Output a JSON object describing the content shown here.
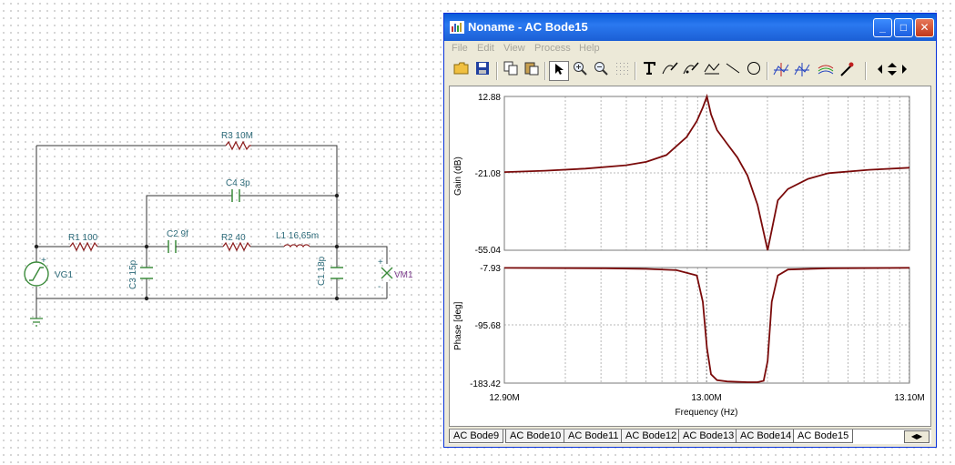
{
  "window": {
    "title": "Noname - AC Bode15",
    "buttons": {
      "minimize": "_",
      "maximize": "□",
      "close": "✕"
    }
  },
  "menu": [
    "File",
    "Edit",
    "View",
    "Process",
    "Help"
  ],
  "toolbar": {
    "icons": [
      "open-icon",
      "save-icon",
      "copy-icon",
      "paste-icon",
      "select-arrow-icon",
      "zoom-in-icon",
      "zoom-100-icon",
      "grid-icon",
      "text-icon",
      "pen-curve-icon",
      "pen-curve-2-icon",
      "draw-line-labels-icon",
      "line-icon",
      "circle-icon",
      "cursor-a-icon",
      "cursor-b-icon",
      "add-trace-icon",
      "color-picker-icon",
      "scroll-arrows-icon"
    ]
  },
  "schematic": {
    "labels": {
      "r3": "R3 10M",
      "c4": "C4 3p",
      "r1": "R1 100",
      "c2": "C2 9f",
      "r2": "R2 40",
      "l1": "L1 16,65m",
      "c3": "C3 15p",
      "c1": "C1 18p",
      "vg1": "VG1",
      "vm1": "VM1",
      "vg_plus": "+",
      "vm_plus": "+",
      "vm_minus": "-"
    }
  },
  "plot": {
    "gain": {
      "ylabel": "Gain (dB)",
      "yticks": [
        "12.88",
        "-21.08",
        "-55.04"
      ],
      "ylim": [
        -55.04,
        12.88
      ]
    },
    "phase": {
      "ylabel": "Phase [deg]",
      "yticks": [
        "-7.93",
        "-95.68",
        "-183.42"
      ],
      "ylim": [
        -183.42,
        -7.93
      ]
    },
    "xlabel": "Frequency (Hz)",
    "xticks": [
      "12.90M",
      "13.00M",
      "13.10M"
    ],
    "trace_color": "#7a0a0a"
  },
  "chart_data": [
    {
      "type": "line",
      "title": "",
      "xlabel": "Frequency (Hz)",
      "ylabel": "Gain (dB)",
      "xlim": [
        12.9,
        13.1
      ],
      "ylim": [
        -55.04,
        12.88
      ],
      "series": [
        {
          "x": [
            12.9,
            12.92,
            12.94,
            12.96,
            12.97,
            12.98,
            12.99,
            12.995,
            12.998,
            13.0,
            13.002,
            13.005,
            13.01,
            13.015,
            13.02,
            13.025,
            13.03,
            13.035,
            13.04,
            13.05,
            13.06,
            13.08,
            13.1
          ],
          "values": [
            -20.5,
            -19.9,
            -19.0,
            -17.5,
            -16.0,
            -13.0,
            -5.0,
            2.0,
            8.0,
            12.88,
            5.0,
            -2.0,
            -8.0,
            -14.0,
            -22.0,
            -35.0,
            -55.04,
            -33.0,
            -28.0,
            -23.5,
            -21.0,
            -19.5,
            -18.6
          ]
        }
      ]
    },
    {
      "type": "line",
      "title": "",
      "xlabel": "Frequency (Hz)",
      "ylabel": "Phase [deg]",
      "xlim": [
        12.9,
        13.1
      ],
      "ylim": [
        -183.42,
        -7.93
      ],
      "series": [
        {
          "x": [
            12.9,
            12.95,
            12.97,
            12.985,
            12.995,
            12.998,
            13.0,
            13.002,
            13.005,
            13.01,
            13.02,
            13.025,
            13.028,
            13.03,
            13.032,
            13.035,
            13.04,
            13.06,
            13.1
          ],
          "values": [
            -8.5,
            -9.0,
            -10.0,
            -12.0,
            -20.0,
            -60.0,
            -130.0,
            -170.0,
            -179.0,
            -181.0,
            -182.0,
            -182.0,
            -180.0,
            -150.0,
            -60.0,
            -20.0,
            -11.0,
            -9.0,
            -8.4
          ]
        }
      ]
    }
  ]
}
